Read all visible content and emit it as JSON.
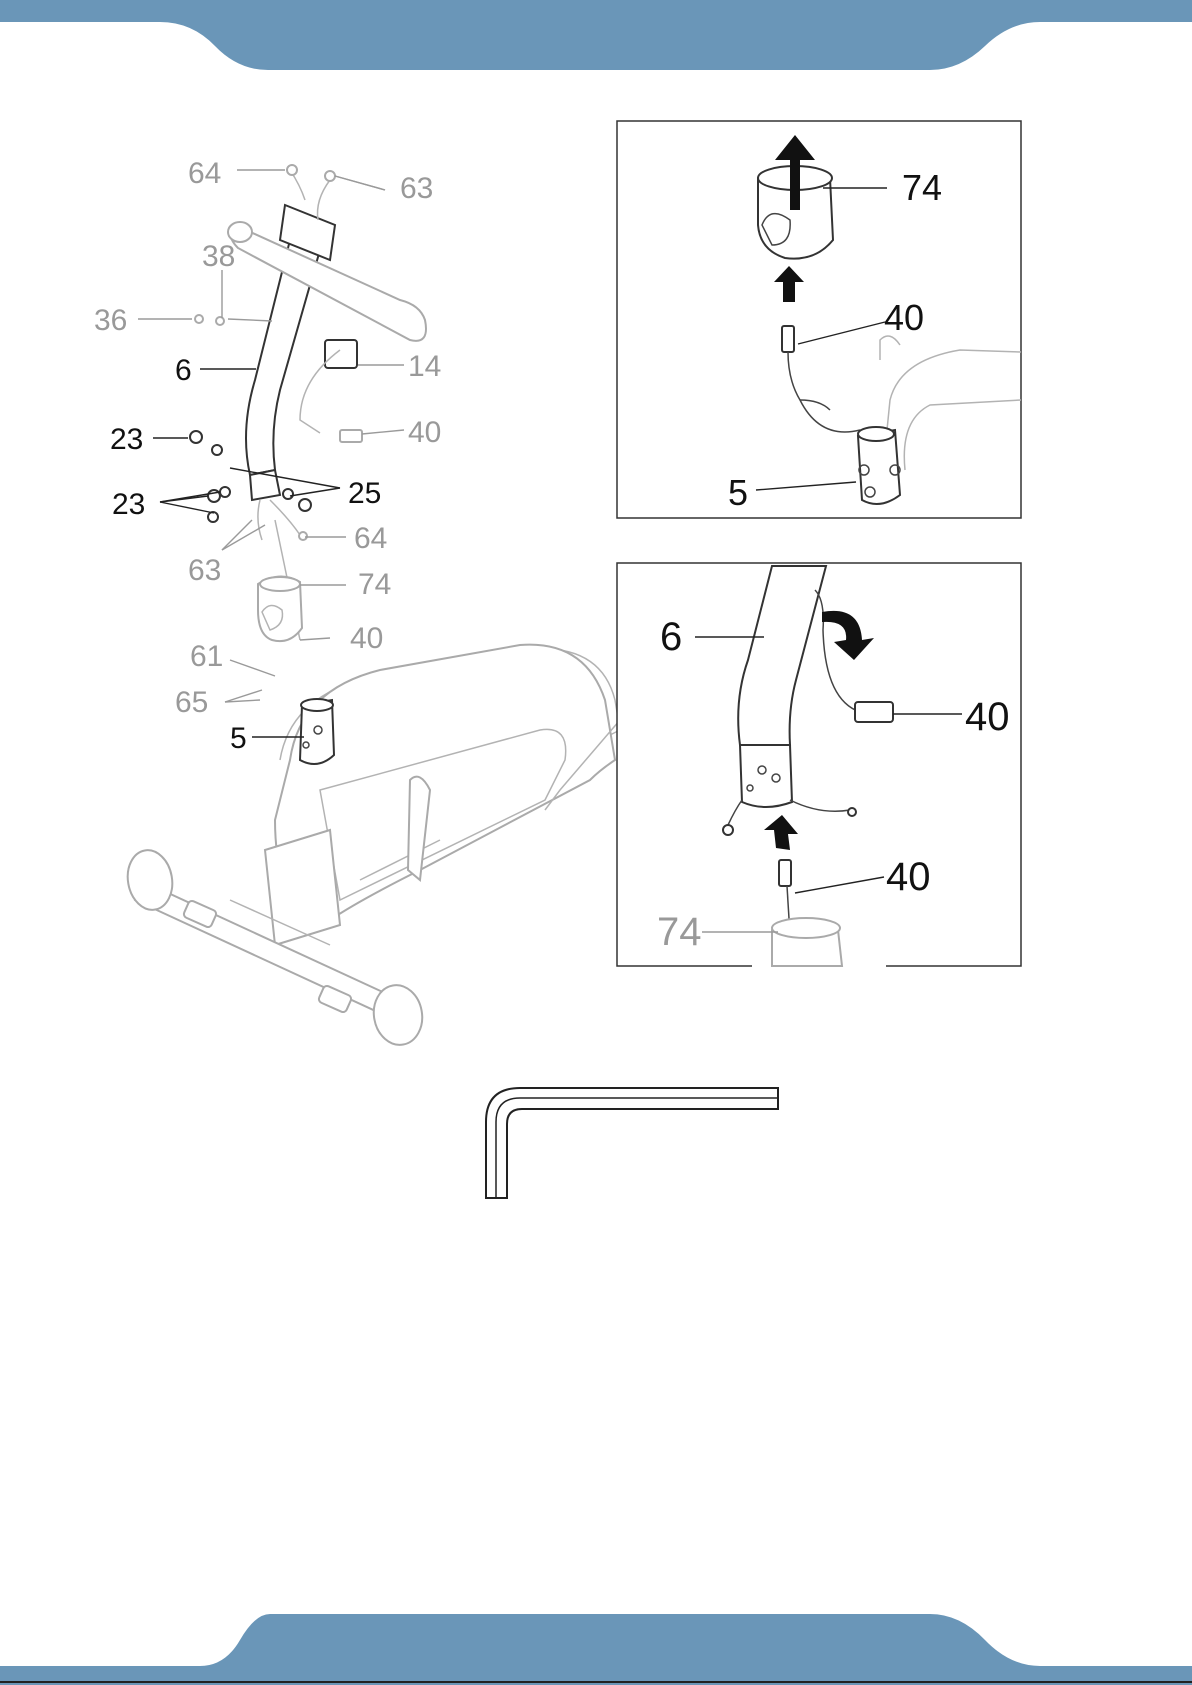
{
  "colors": {
    "band": "#6a96b8",
    "ink": "#111111",
    "faded": "#999999"
  },
  "icons": [
    "up-arrow-icon",
    "curved-arrow-icon",
    "allen-key-icon"
  ],
  "main": {
    "labels": {
      "p64a": "64",
      "p63a": "63",
      "p38": "38",
      "p36": "36",
      "p6": "6",
      "p14": "14",
      "p23a": "23",
      "p40a": "40",
      "p23b": "23",
      "p25": "25",
      "p64b": "64",
      "p63b": "63",
      "p74": "74",
      "p40b": "40",
      "p61": "61",
      "p65": "65",
      "p5": "5"
    }
  },
  "inset_top": {
    "labels": {
      "p74": "74",
      "p40": "40",
      "p5": "5"
    }
  },
  "inset_bottom": {
    "labels": {
      "p6": "6",
      "p40a": "40",
      "p40b": "40",
      "p74": "74"
    }
  }
}
